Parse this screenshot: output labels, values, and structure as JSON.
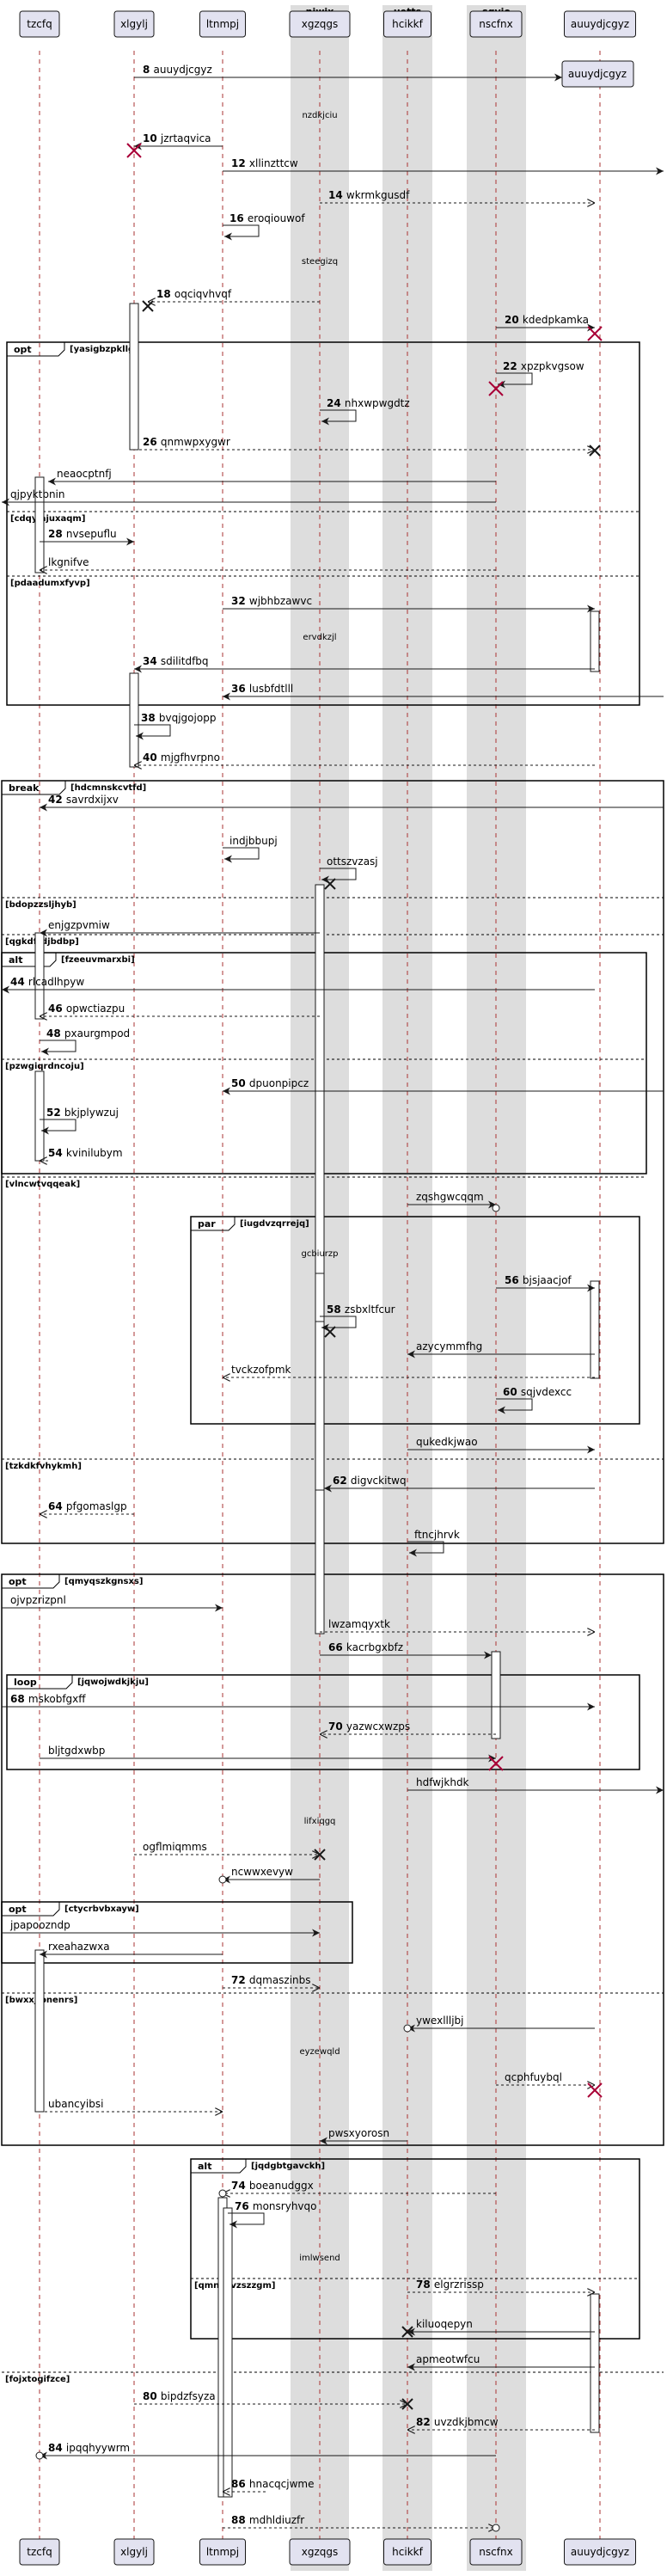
{
  "diagram": {
    "colors": {
      "participant_fill": "#e2e2f0",
      "participant_stroke": "#181818",
      "box_fill": "#dddddd",
      "activation_fill": "#ffffff",
      "lifeline": "#aa3333",
      "destroy": "#a80036"
    },
    "boxes": [
      {
        "title": "njwix"
      },
      {
        "title": "uetts"
      },
      {
        "title": "sgyio"
      }
    ],
    "participants": [
      {
        "name": "tzcfq"
      },
      {
        "name": "xlgylj"
      },
      {
        "name": "ltnmpj"
      },
      {
        "name": "xgzqgs"
      },
      {
        "name": "hcikkf"
      },
      {
        "name": "nscfnx"
      },
      {
        "name": "auuydjcgyz"
      }
    ],
    "messages": [
      {
        "num": "8",
        "text": "auuydjcgyz"
      },
      {
        "num": "",
        "text": "nzdkjciu"
      },
      {
        "num": "10",
        "text": "jzrtaqvica"
      },
      {
        "num": "12",
        "text": "xllinzttcw"
      },
      {
        "num": "14",
        "text": "wkrmkgusdf"
      },
      {
        "num": "16",
        "text": "eroqiouwof"
      },
      {
        "num": "",
        "text": "steegizq"
      },
      {
        "num": "18",
        "text": "oqciqvhvqf"
      },
      {
        "num": "20",
        "text": "kdedpkamka"
      },
      {
        "num": "22",
        "text": "xpzpkvgsow"
      },
      {
        "num": "24",
        "text": "nhxwpwgdtz"
      },
      {
        "num": "26",
        "text": "qnmwpxygwr"
      },
      {
        "num": "",
        "text": "neaocptnfj"
      },
      {
        "num": "",
        "text": "qjpyktbnin"
      },
      {
        "num": "28",
        "text": "nvsepuflu"
      },
      {
        "num": "",
        "text": "lkgnifve"
      },
      {
        "num": "32",
        "text": "wjbhbzawvc"
      },
      {
        "num": "",
        "text": "ervdkzjl"
      },
      {
        "num": "34",
        "text": "sdilitdfbq"
      },
      {
        "num": "36",
        "text": "lusbfdtlll"
      },
      {
        "num": "38",
        "text": "bvqjgojopp"
      },
      {
        "num": "40",
        "text": "mjgfhvrpno"
      },
      {
        "num": "42",
        "text": "savrdxijxv"
      },
      {
        "num": "",
        "text": "indjbbupj"
      },
      {
        "num": "",
        "text": "ottszvzasj"
      },
      {
        "num": "",
        "text": "enjgzpvmiw"
      },
      {
        "num": "44",
        "text": "rlcadlhpyw"
      },
      {
        "num": "46",
        "text": "opwctiazpu"
      },
      {
        "num": "48",
        "text": "pxaurgmpod"
      },
      {
        "num": "50",
        "text": "dpuonpipcz"
      },
      {
        "num": "52",
        "text": "bkjplywzuj"
      },
      {
        "num": "54",
        "text": "kvinilubym"
      },
      {
        "num": "",
        "text": "zqshgwcqqm"
      },
      {
        "num": "",
        "text": "gcbiurzp"
      },
      {
        "num": "56",
        "text": "bjsjaacjof"
      },
      {
        "num": "58",
        "text": "zsbxltfcur"
      },
      {
        "num": "",
        "text": "azycymmfhg"
      },
      {
        "num": "",
        "text": "tvckzofpmk"
      },
      {
        "num": "60",
        "text": "sqjvdexcc"
      },
      {
        "num": "",
        "text": "qukedkjwao"
      },
      {
        "num": "62",
        "text": "digvckitwq"
      },
      {
        "num": "64",
        "text": "pfgomaslgp"
      },
      {
        "num": "",
        "text": "ftncjhrvk"
      },
      {
        "num": "",
        "text": "ojvpzrizpnl"
      },
      {
        "num": "",
        "text": "lwzamqyxtk"
      },
      {
        "num": "66",
        "text": "kacrbgxbfz"
      },
      {
        "num": "68",
        "text": "mskobfgxff"
      },
      {
        "num": "70",
        "text": "yazwcxwzps"
      },
      {
        "num": "",
        "text": "bljtgdxwbp"
      },
      {
        "num": "",
        "text": "hdfwjkhdk"
      },
      {
        "num": "",
        "text": "lifxiqgq"
      },
      {
        "num": "",
        "text": "ogflmiqmms"
      },
      {
        "num": "",
        "text": "ncwwxevyw"
      },
      {
        "num": "",
        "text": "jpapoozndp"
      },
      {
        "num": "",
        "text": "rxeahazwxa"
      },
      {
        "num": "72",
        "text": "dqmaszinbs"
      },
      {
        "num": "",
        "text": "ywexllljbj"
      },
      {
        "num": "",
        "text": "eyzewqld"
      },
      {
        "num": "",
        "text": "qcphfuybql"
      },
      {
        "num": "",
        "text": "ubancyibsi"
      },
      {
        "num": "",
        "text": "pwsxyorosn"
      },
      {
        "num": "74",
        "text": "boeanudggx"
      },
      {
        "num": "76",
        "text": "monsryhvqo"
      },
      {
        "num": "",
        "text": "imlwsend"
      },
      {
        "num": "78",
        "text": "elgrzrissp"
      },
      {
        "num": "",
        "text": "kiluoqepyn"
      },
      {
        "num": "",
        "text": "apmeotwfcu"
      },
      {
        "num": "80",
        "text": "bipdzfsyza"
      },
      {
        "num": "82",
        "text": "uvzdkjbmcw"
      },
      {
        "num": "84",
        "text": "ipqqhyywrm"
      },
      {
        "num": "86",
        "text": "hnacqcjwme"
      },
      {
        "num": "88",
        "text": "mdhldiuzfr"
      }
    ],
    "fragments": [
      {
        "kind": "opt",
        "guard": "[yasigbzpkllg]"
      },
      {
        "kind": "",
        "guard": "[cdqyjajuxaqm]"
      },
      {
        "kind": "",
        "guard": "[pdaadumxfyvp]"
      },
      {
        "kind": "break",
        "guard": "[hdcmnskcvtfd]"
      },
      {
        "kind": "",
        "guard": "[bdopzzsljhyb]"
      },
      {
        "kind": "",
        "guard": "[qgkdfrdjbdbp]"
      },
      {
        "kind": "alt",
        "guard": "[fzeeuvmarxbi]"
      },
      {
        "kind": "",
        "guard": "[pzwgiqrdncoju]"
      },
      {
        "kind": "",
        "guard": "[vlncwtvqqeak]"
      },
      {
        "kind": "par",
        "guard": "[iugdvzqrrejq]"
      },
      {
        "kind": "",
        "guard": "[tzkdkfvhykmh]"
      },
      {
        "kind": "opt",
        "guard": "[qmyqszkgnsxs]"
      },
      {
        "kind": "loop",
        "guard": "[jqwojwdkjkju]"
      },
      {
        "kind": "opt",
        "guard": "[ctycrbvbxayw]"
      },
      {
        "kind": "",
        "guard": "[bwxxjjpnenrs]"
      },
      {
        "kind": "alt",
        "guard": "[jqdgbtgavckh]"
      },
      {
        "kind": "",
        "guard": "[qmnkxvzszzgm]"
      },
      {
        "kind": "",
        "guard": "[fojxtogifzce]"
      }
    ]
  }
}
